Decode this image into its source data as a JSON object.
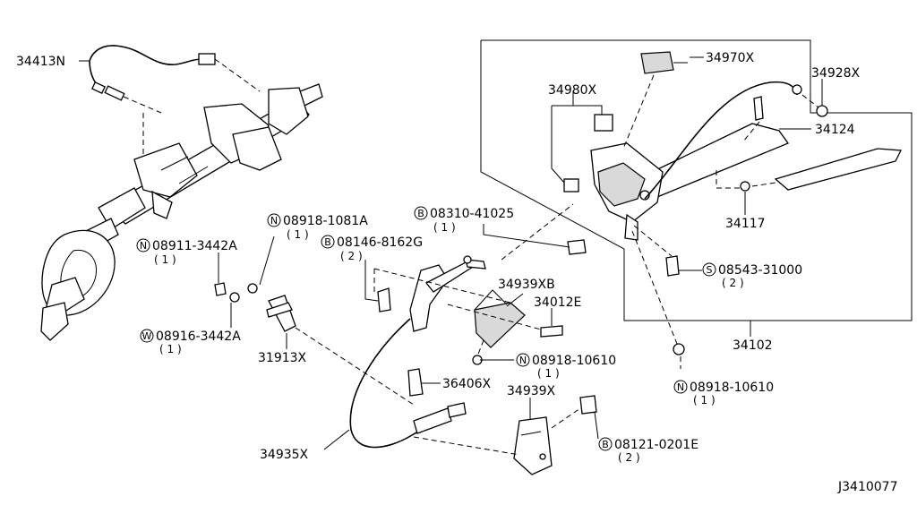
{
  "diagram": {
    "footer_code": "J3410077",
    "parts": {
      "p34413N": "34413N",
      "p34970X": "34970X",
      "p34928X": "34928X",
      "p34980X": "34980X",
      "p34124": "34124",
      "p34117": "34117",
      "p34102": "34102",
      "p34939XB": "34939XB",
      "p34012E": "34012E",
      "p31913X": "31913X",
      "p36406X": "36406X",
      "p34939X": "34939X",
      "p34935X": "34935X"
    },
    "fasteners": {
      "f1": {
        "prefix": "N",
        "number": "08918-1081A",
        "qty": "( 1 )"
      },
      "f2": {
        "prefix": "B",
        "number": "08310-41025",
        "qty": "( 1 )"
      },
      "f3": {
        "prefix": "N",
        "number": "08911-3442A",
        "qty": "( 1 )"
      },
      "f4": {
        "prefix": "B",
        "number": "08146-8162G",
        "qty": "( 2 )"
      },
      "f5": {
        "prefix": "S",
        "number": "08543-31000",
        "qty": "( 2 )"
      },
      "f6": {
        "prefix": "W",
        "number": "08916-3442A",
        "qty": "( 1 )"
      },
      "f7": {
        "prefix": "N",
        "number": "08918-10610",
        "qty": "( 1 )"
      },
      "f8": {
        "prefix": "N",
        "number": "08918-10610",
        "qty": "( 1 )"
      },
      "f9": {
        "prefix": "B",
        "number": "08121-0201E",
        "qty": "( 2 )"
      }
    }
  }
}
